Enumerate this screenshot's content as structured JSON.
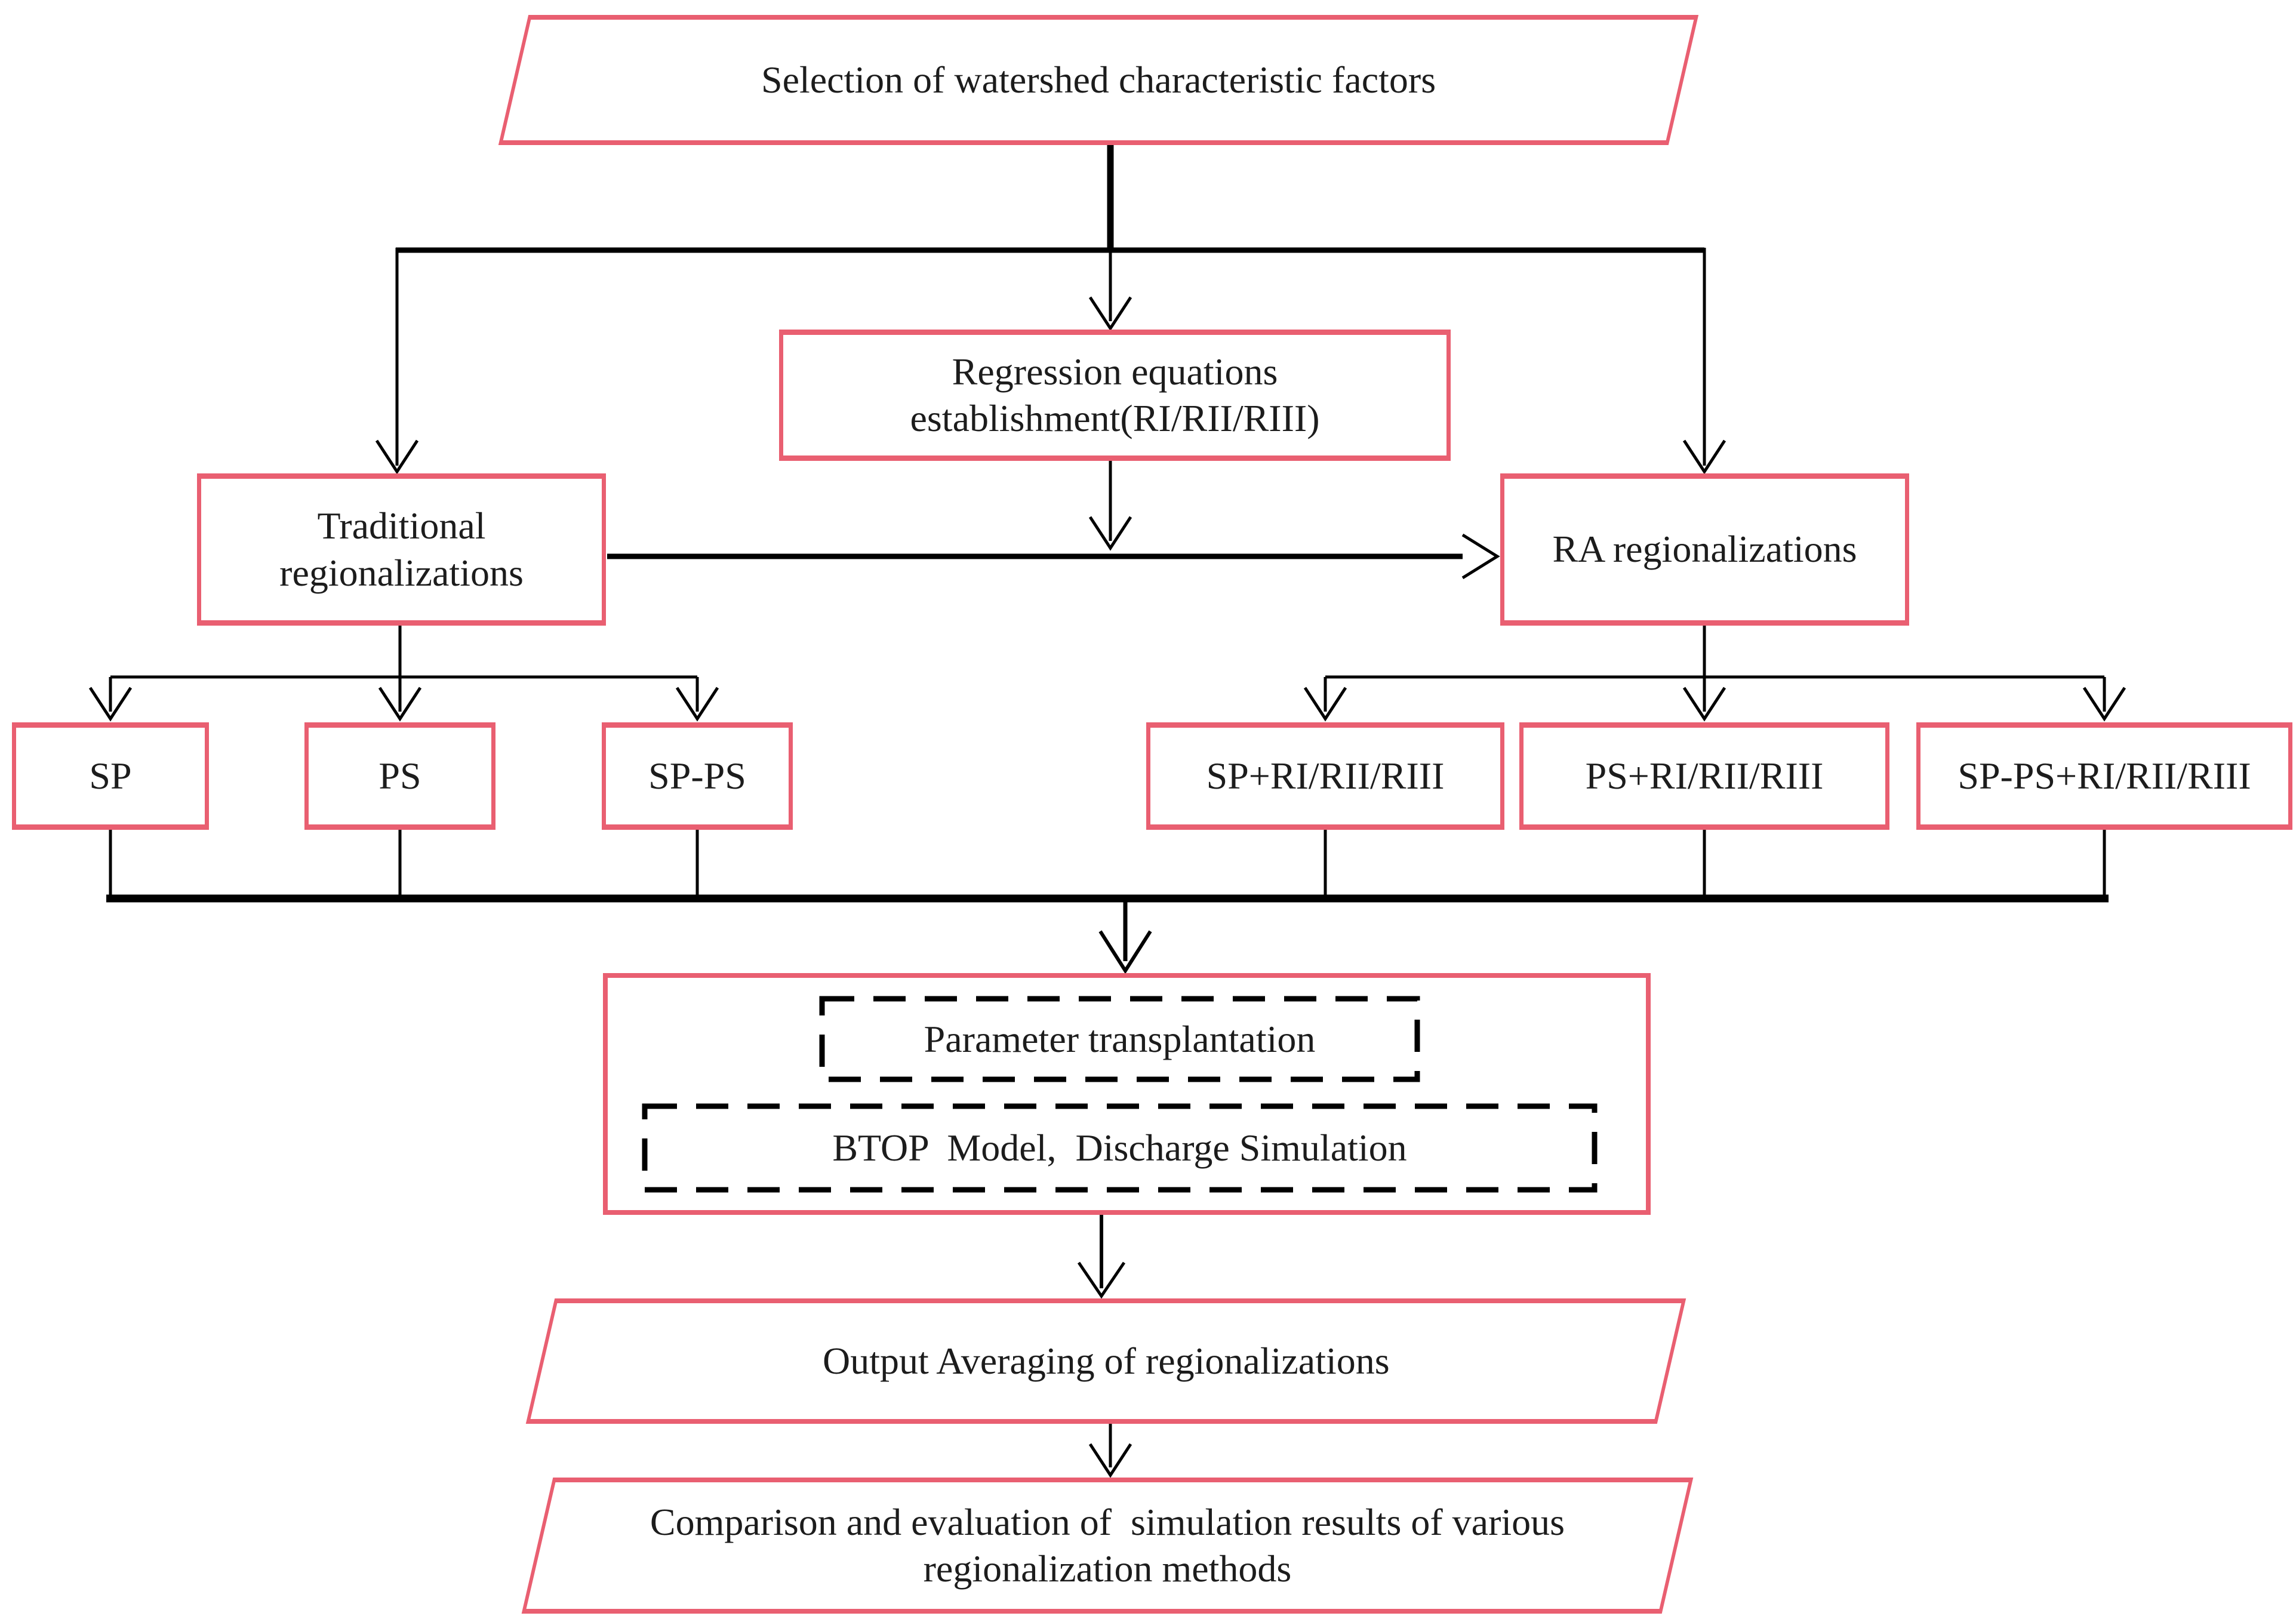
{
  "colors": {
    "accent": "#e95f71",
    "line": "#000000",
    "text": "#1c1c1c",
    "background": "#ffffff"
  },
  "nodes": {
    "selection": "Selection of watershed characteristic factors",
    "regression": "Regression equations establishment(RI/RII/RIII)",
    "traditional": "Traditional regionalizations",
    "ra": "RA regionalizations",
    "sp": "SP",
    "ps": "PS",
    "sp_ps": "SP-PS",
    "sp_ra": "SP+RI/RII/RIII",
    "ps_ra": "PS+RI/RII/RIII",
    "sp_ps_ra": "SP-PS+RI/RII/RIII",
    "parameter_transplantation": "Parameter transplantation",
    "btop_model": "BTOP  Model,  Discharge Simulation",
    "output_averaging": "Output Averaging of regionalizations",
    "comparison": "Comparison and evaluation of  simulation results of various regionalization methods"
  }
}
